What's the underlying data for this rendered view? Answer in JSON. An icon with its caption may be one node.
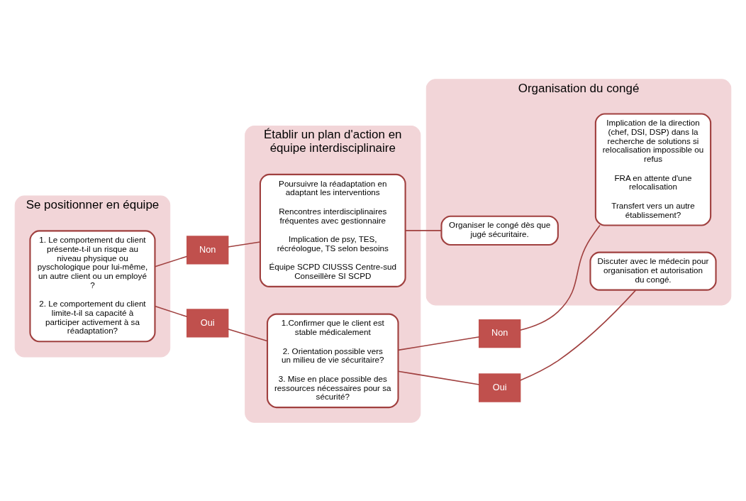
{
  "diagram": {
    "nodes": [
      {
        "text": [
          "Se positionner en équipe"
        ]
      },
      {
        "text": [
          "1. Le comportement du client présente-t-il un risque au niveau physique ou pyschologique pour lui-même, un autre client ou un employé ?",
          "2. Le comportement du client limite-t-il sa capacité à participer activement à sa réadaptation?"
        ],
        "in": 0
      },
      {
        "text": [
          "Établir un plan d'action en équipe interdisciplinaire"
        ]
      },
      {
        "text": [
          "Poursuivre la réadaptation en adaptant les interventions",
          "Rencontres interdisciplinaires fréquentes avec gestionnaire",
          "Implication de psy, TES, récréologue, TS selon besoins",
          "Équipe SCPD CIUSSS Centre-sud Conseillère SI SCPD"
        ],
        "in": 2
      },
      {
        "text": [
          "1.Confirmer que le client est stable médicalement",
          "2. Orientation possible vers un milieu de vie sécuritaire?",
          "3. Mise en place possible des ressources nécessaires pour sa sécurité?"
        ],
        "in": 2
      },
      {
        "text": [
          "Organisation du congé"
        ]
      },
      {
        "text": [
          "Organiser le congé dès que jugé sécuritaire."
        ],
        "in": 5
      },
      {
        "text": [
          "Implication de la direction (chef, DSI, DSP) dans la recherche de solutions si relocalisation impossible ou refus",
          "FRA en attente d'une relocalisation",
          "Transfert vers un autre établissement?"
        ],
        "in": 5
      },
      {
        "text": [
          "Discuter avec le médecin pour organisation et autorisation du congé."
        ],
        "in": 5
      },
      {
        "text": [
          "Non"
        ]
      },
      {
        "text": [
          "Oui"
        ]
      },
      {
        "text": [
          "Non"
        ]
      },
      {
        "text": [
          "Oui"
        ]
      }
    ],
    "edges": [
      {
        "from": 1,
        "to": 9,
        "arrow": "none"
      },
      {
        "from": 9,
        "to": 3,
        "arrow": "none"
      },
      {
        "from": 1,
        "to": 10,
        "arrow": "none"
      },
      {
        "from": 10,
        "to": 4,
        "arrow": "none"
      },
      {
        "from": 3,
        "to": 6,
        "arrow": "none"
      },
      {
        "from": 4,
        "to": 11,
        "arrow": "none"
      },
      {
        "from": 11,
        "to": 7,
        "arrow": "none"
      },
      {
        "from": 4,
        "to": 12,
        "arrow": "none"
      },
      {
        "from": 12,
        "to": 8,
        "arrow": "none"
      }
    ]
  }
}
